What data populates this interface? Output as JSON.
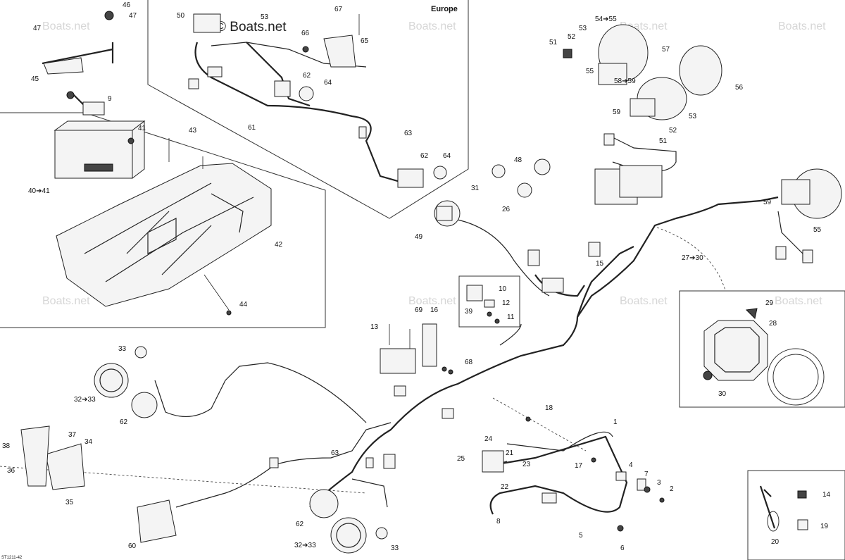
{
  "region_label": "Europe",
  "watermark": "Boats.net",
  "watermark_dark": "© Boats.net",
  "footer_code": "ST1211-42",
  "callouts": [
    "46",
    "47",
    "47",
    "45",
    "9",
    "41",
    "40➔41",
    "43",
    "42",
    "44",
    "50",
    "53",
    "67",
    "66",
    "65",
    "62",
    "64",
    "61",
    "63",
    "62",
    "64",
    "54➔55",
    "53",
    "52",
    "51",
    "55",
    "57",
    "56",
    "58➔59",
    "59",
    "53",
    "52",
    "51",
    "48",
    "31",
    "26",
    "49",
    "15",
    "27➔30",
    "59",
    "55",
    "10",
    "12",
    "11",
    "39",
    "69",
    "16",
    "13",
    "68",
    "18",
    "29",
    "28",
    "30",
    "33",
    "32➔33",
    "62",
    "38",
    "37",
    "34",
    "36",
    "35",
    "60",
    "63",
    "62",
    "32➔33",
    "33",
    "24",
    "25",
    "21",
    "22",
    "23",
    "1",
    "17",
    "4",
    "7",
    "3",
    "2",
    "8",
    "5",
    "6",
    "14",
    "19",
    "20"
  ]
}
